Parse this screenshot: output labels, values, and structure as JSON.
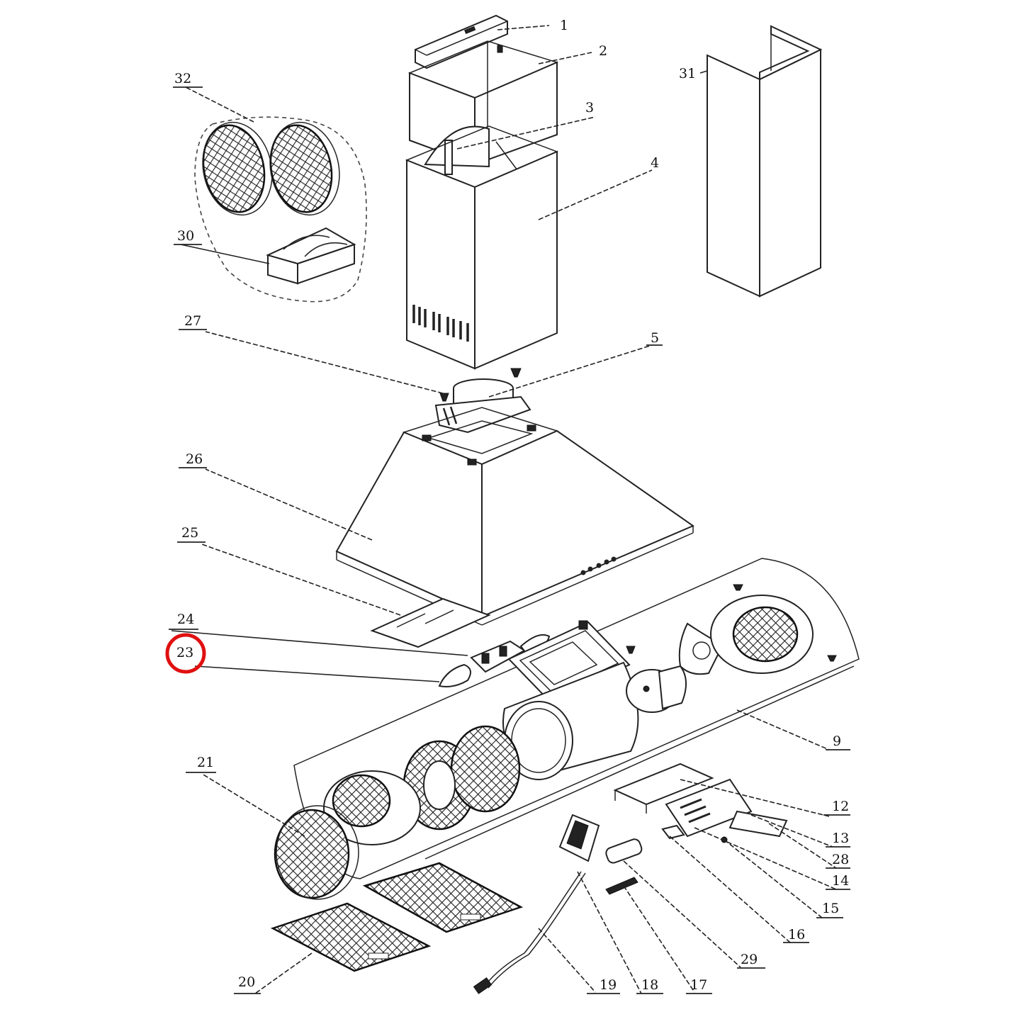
{
  "diagram": {
    "highlight": {
      "label": "23",
      "color": "#e01010"
    },
    "parts": [
      {
        "label": "1"
      },
      {
        "label": "2"
      },
      {
        "label": "3"
      },
      {
        "label": "4"
      },
      {
        "label": "5"
      },
      {
        "label": "9"
      },
      {
        "label": "12"
      },
      {
        "label": "13"
      },
      {
        "label": "14"
      },
      {
        "label": "15"
      },
      {
        "label": "16"
      },
      {
        "label": "17"
      },
      {
        "label": "18"
      },
      {
        "label": "19"
      },
      {
        "label": "20"
      },
      {
        "label": "21"
      },
      {
        "label": "23"
      },
      {
        "label": "24"
      },
      {
        "label": "25"
      },
      {
        "label": "26"
      },
      {
        "label": "27"
      },
      {
        "label": "28"
      },
      {
        "label": "29"
      },
      {
        "label": "30"
      },
      {
        "label": "31"
      },
      {
        "label": "32"
      }
    ]
  }
}
